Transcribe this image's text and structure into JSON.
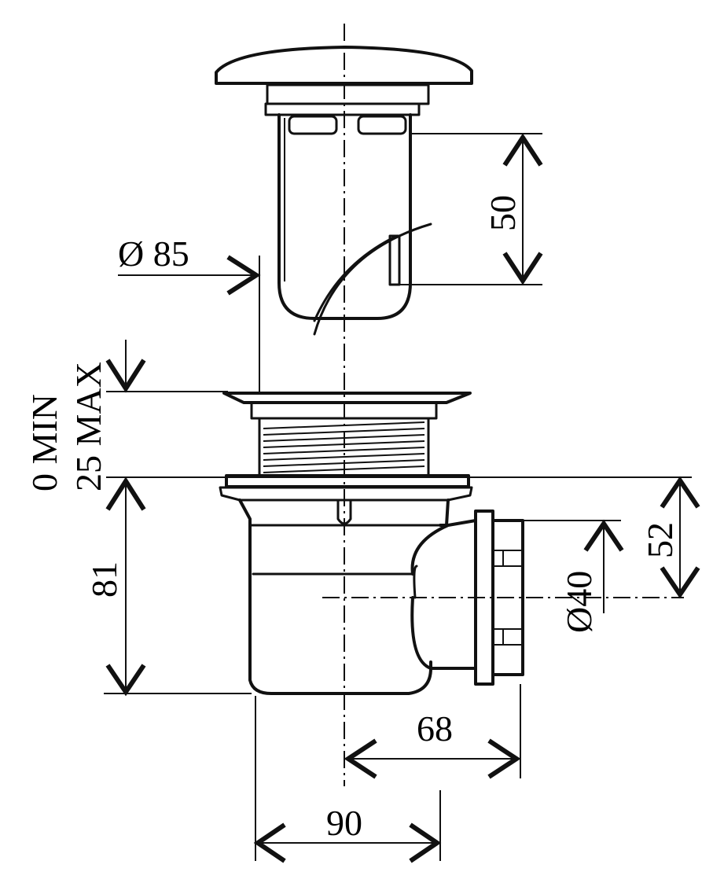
{
  "diagram": {
    "labels": {
      "top_height": "50",
      "flange_diameter": "Ø 85",
      "adjust_min": "0 MIN",
      "adjust_max": "25 MAX",
      "body_height": "81",
      "outlet_height": "52",
      "outlet_diameter": "Ø40",
      "outlet_offset": "68",
      "body_width": "90"
    }
  }
}
